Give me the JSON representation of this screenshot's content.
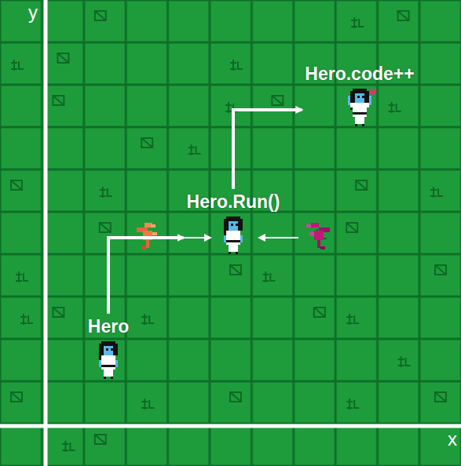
{
  "diagram": {
    "nodes": [
      {
        "text": [
          "Hero"
        ]
      },
      {
        "text": [
          "Hero.Run()"
        ]
      },
      {
        "text": [
          "Hero.code++"
        ]
      }
    ],
    "edges": [
      {
        "from": 0,
        "to": 1,
        "arrow": "to"
      },
      {
        "from": 1,
        "to": 2,
        "arrow": "to"
      }
    ],
    "labels": [
      "y",
      "x"
    ]
  }
}
